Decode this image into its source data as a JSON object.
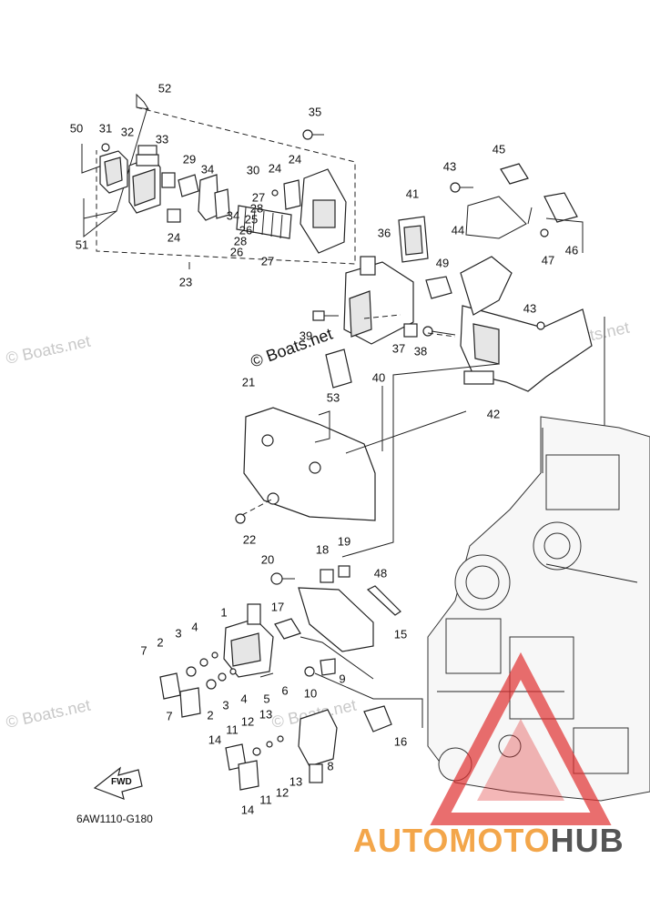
{
  "diagram_code": "6AW1110-G180",
  "watermark_main": "© Boats.net",
  "watermark_faint": "© Boats.net",
  "fwd_label": "FWD",
  "logo": {
    "part1": "AUTOMOTO",
    "part2": "HUB"
  },
  "colors": {
    "logo_orange": "#f3a64a",
    "logo_grey": "#555555",
    "logo_red": "#e03030"
  },
  "labels": [
    {
      "id": "l52",
      "text": "52"
    },
    {
      "id": "l35",
      "text": "35"
    },
    {
      "id": "l50",
      "text": "50"
    },
    {
      "id": "l31",
      "text": "31"
    },
    {
      "id": "l32",
      "text": "32"
    },
    {
      "id": "l33",
      "text": "33"
    },
    {
      "id": "l29",
      "text": "29"
    },
    {
      "id": "l34a",
      "text": "34"
    },
    {
      "id": "l30",
      "text": "30"
    },
    {
      "id": "l24a",
      "text": "24"
    },
    {
      "id": "l24b",
      "text": "24"
    },
    {
      "id": "l27a",
      "text": "27"
    },
    {
      "id": "l28a",
      "text": "28"
    },
    {
      "id": "l25",
      "text": "25"
    },
    {
      "id": "l26a",
      "text": "26"
    },
    {
      "id": "l28b",
      "text": "28"
    },
    {
      "id": "l26b",
      "text": "26"
    },
    {
      "id": "l34b",
      "text": "34"
    },
    {
      "id": "l24c",
      "text": "24"
    },
    {
      "id": "l27b",
      "text": "27"
    },
    {
      "id": "l51",
      "text": "51"
    },
    {
      "id": "l23",
      "text": "23"
    },
    {
      "id": "l45",
      "text": "45"
    },
    {
      "id": "l43a",
      "text": "43"
    },
    {
      "id": "l41",
      "text": "41"
    },
    {
      "id": "l44",
      "text": "44"
    },
    {
      "id": "l46",
      "text": "46"
    },
    {
      "id": "l47",
      "text": "47"
    },
    {
      "id": "l36",
      "text": "36"
    },
    {
      "id": "l49",
      "text": "49"
    },
    {
      "id": "l43b",
      "text": "43"
    },
    {
      "id": "l39",
      "text": "39"
    },
    {
      "id": "l37",
      "text": "37"
    },
    {
      "id": "l38",
      "text": "38"
    },
    {
      "id": "l40",
      "text": "40"
    },
    {
      "id": "l21",
      "text": "21"
    },
    {
      "id": "l53",
      "text": "53"
    },
    {
      "id": "l42",
      "text": "42"
    },
    {
      "id": "l22",
      "text": "22"
    },
    {
      "id": "l20",
      "text": "20"
    },
    {
      "id": "l18",
      "text": "18"
    },
    {
      "id": "l19",
      "text": "19"
    },
    {
      "id": "l48",
      "text": "48"
    },
    {
      "id": "l1",
      "text": "1"
    },
    {
      "id": "l17",
      "text": "17"
    },
    {
      "id": "l4a",
      "text": "4"
    },
    {
      "id": "l3a",
      "text": "3"
    },
    {
      "id": "l2a",
      "text": "2"
    },
    {
      "id": "l7a",
      "text": "7"
    },
    {
      "id": "l15",
      "text": "15"
    },
    {
      "id": "l5",
      "text": "5"
    },
    {
      "id": "l4b",
      "text": "4"
    },
    {
      "id": "l3b",
      "text": "3"
    },
    {
      "id": "l2b",
      "text": "2"
    },
    {
      "id": "l6",
      "text": "6"
    },
    {
      "id": "l9",
      "text": "9"
    },
    {
      "id": "l10",
      "text": "10"
    },
    {
      "id": "l7b",
      "text": "7"
    },
    {
      "id": "l12a",
      "text": "12"
    },
    {
      "id": "l13a",
      "text": "13"
    },
    {
      "id": "l11a",
      "text": "11"
    },
    {
      "id": "l14a",
      "text": "14"
    },
    {
      "id": "l16",
      "text": "16"
    },
    {
      "id": "l8",
      "text": "8"
    },
    {
      "id": "l13b",
      "text": "13"
    },
    {
      "id": "l12b",
      "text": "12"
    },
    {
      "id": "l11b",
      "text": "11"
    },
    {
      "id": "l14b",
      "text": "14"
    }
  ]
}
